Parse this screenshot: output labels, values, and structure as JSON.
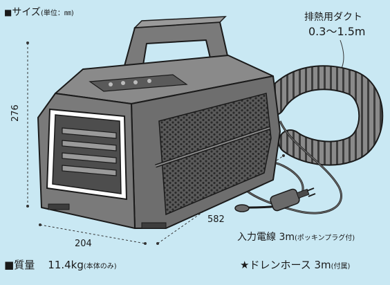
{
  "header": {
    "marker": "■",
    "title": "サイズ",
    "unit": "(単位：㎜)"
  },
  "dimensions": {
    "height": "276",
    "depth": "204",
    "width": "582"
  },
  "duct": {
    "label": "排熱用ダクト",
    "length": "0.3〜1.5m"
  },
  "cord": {
    "label": "入力電線 3m",
    "note": "(ポッキンプラグ付)"
  },
  "weight": {
    "marker": "■",
    "label": "質量",
    "value": "11.4kg",
    "note": "(本体のみ)"
  },
  "accessory": {
    "label": "★ドレンホース 3m",
    "note": "(付属)"
  },
  "colors": {
    "background": "#c9e8f3",
    "body": "#7a7a7a",
    "body_dark": "#4d4d4d",
    "outline": "#1a1a1a"
  }
}
